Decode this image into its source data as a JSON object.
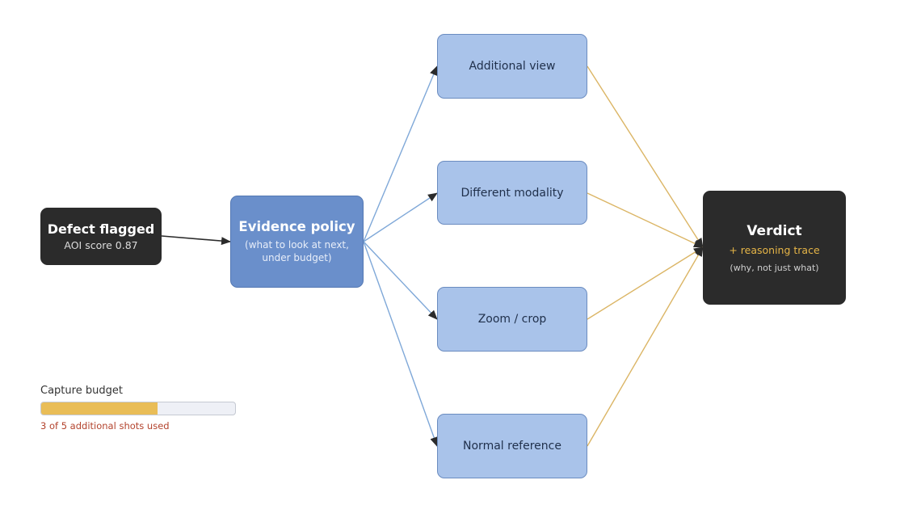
{
  "defect": {
    "title": "Defect flagged",
    "subtitle": "AOI score 0.87"
  },
  "policy": {
    "title": "Evidence policy",
    "subtitle": "(what to look at next, under budget)"
  },
  "options": [
    {
      "label": "Additional view"
    },
    {
      "label": "Different modality"
    },
    {
      "label": "Zoom / crop"
    },
    {
      "label": "Normal reference"
    }
  ],
  "verdict": {
    "title": "Verdict",
    "subtitle": "+ reasoning trace",
    "note": "(why, not just what)"
  },
  "budget": {
    "label": "Capture budget",
    "used": 3,
    "total": 5,
    "used_text": "3 of 5 additional shots used"
  },
  "colors": {
    "dark_box": "#2b2b2b",
    "policy_box": "#6a8fcb",
    "option_box": "#a9c3ea",
    "blue_edge": "#7fa8d8",
    "gold_edge": "#dbb565",
    "budget_fill": "#e9bd57",
    "budget_text": "#b3432d"
  }
}
